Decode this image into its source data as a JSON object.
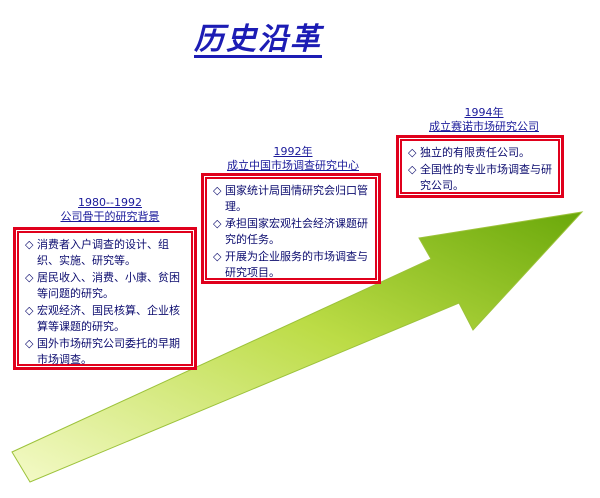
{
  "title": "历史沿革",
  "bullet_symbol": "◇",
  "stages": [
    {
      "year": "1980--1992",
      "heading": "公司骨干的研究背景",
      "items": [
        "消费者入户调查的设计、组织、实施、研究等。",
        "居民收入、消费、小康、贫困等问题的研究。",
        "宏观经济、国民核算、企业核算等课题的研究。",
        "国外市场研究公司委托的早期市场调查。"
      ]
    },
    {
      "year": "1992年",
      "heading": "成立中国市场调查研究中心",
      "items": [
        "国家统计局国情研究会归口管理。",
        "承担国家宏观社会经济课题研究的任务。",
        "开展为企业服务的市场调查与研究项目。"
      ]
    },
    {
      "year": "1994年",
      "heading": "成立赛诺市场研究公司",
      "items": [
        "独立的有限责任公司。",
        "全国性的专业市场调查与研究公司。"
      ]
    }
  ],
  "colors": {
    "title": "#1c1cb4",
    "box_border": "#e0001c",
    "text": "#0b0b6e",
    "arrow_light": "#f4fac8",
    "arrow_dark": "#6aa80a"
  }
}
